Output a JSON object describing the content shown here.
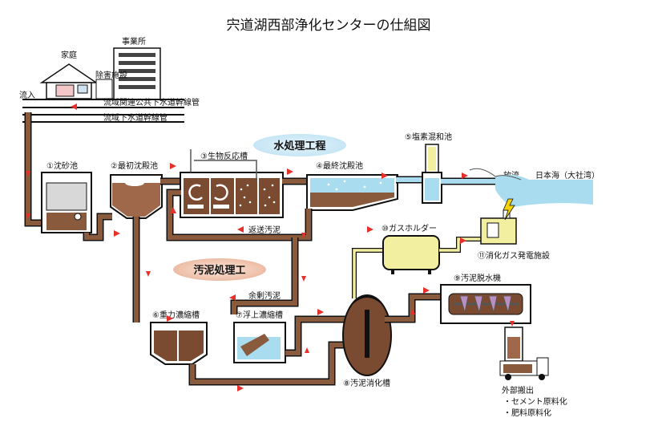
{
  "title": "宍道湖西部浄化センターの仕組図",
  "sections": {
    "water": "水処理工程",
    "sludge": "汚泥処理工"
  },
  "labels": {
    "home": "家庭",
    "office": "事業所",
    "inflow": "流入",
    "pretreat": "除害施設",
    "pipe_related": "流域関連公共下水道幹線管",
    "pipe_trunk": "流域下水道幹線管",
    "grit": "①沈砂池",
    "primary": "②最初沈殿池",
    "bio": "③生物反応槽",
    "final": "④最終沈殿池",
    "chlorine": "⑤塩素混和池",
    "discharge": "放流",
    "sea": "日本海（大社湾）",
    "return_sludge": "返送汚泥",
    "excess_sludge": "余剰汚泥",
    "gravity": "⑥重力濃縮槽",
    "flotation": "⑦浮上濃縮槽",
    "digester": "⑧汚泥消化槽",
    "dewater": "⑨汚泥脱水機",
    "gasholder": "⑩ガスホルダー",
    "gaspower": "⑪消化ガス発電施設",
    "export": "外部搬出",
    "export_1": "・セメント原料化",
    "export_2": "・肥料原料化"
  },
  "colors": {
    "water": "#a9dcef",
    "sludge": "#8a5a3c",
    "pipe": "#111111",
    "arrow": "#e8302a",
    "gas": "#f3efa0",
    "water_banner": "#cfe9f7",
    "sludge_banner": "#f2c9b3"
  }
}
